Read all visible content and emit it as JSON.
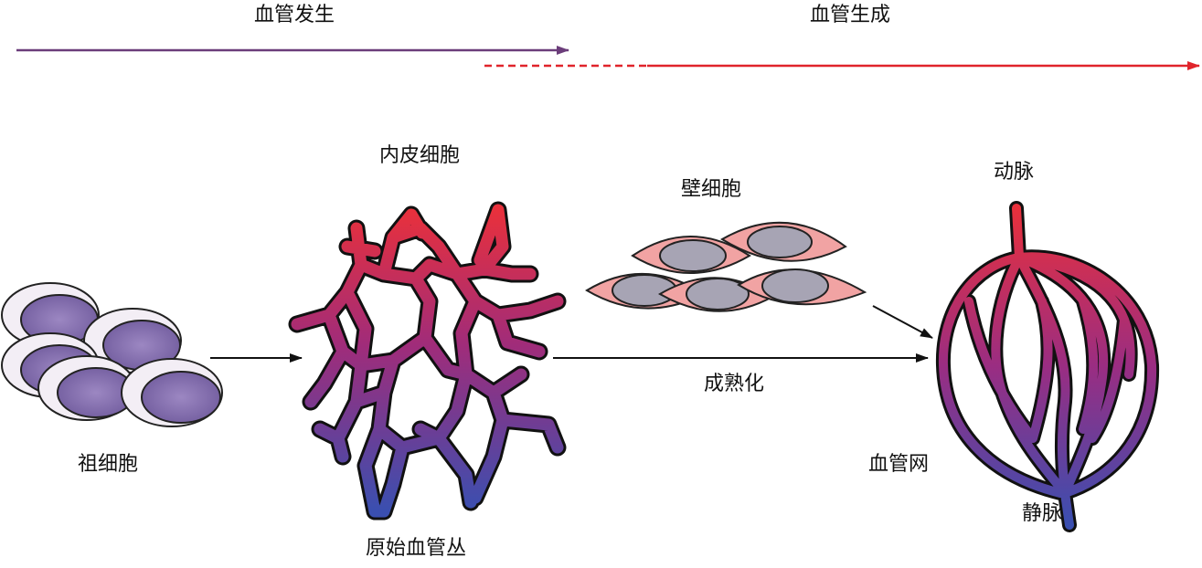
{
  "phases": {
    "vasculogenesis": "血管发生",
    "angiogenesis": "血管生成"
  },
  "labels": {
    "progenitor_cells": "祖细胞",
    "endothelial_cells": "内皮细胞",
    "primitive_plexus": "原始血管丛",
    "mural_cells": "壁细胞",
    "maturation": "成熟化",
    "artery": "动脉",
    "vascular_network": "血管网",
    "vein": "静脉"
  },
  "colors": {
    "vasculogenesis_arrow": "#6b3d7a",
    "angiogenesis_arrow": "#e0242b",
    "vessel_arterial": "#e8303c",
    "vessel_mid": "#8a2e8e",
    "vessel_venous": "#3a4fb0",
    "progenitor_cell_fill": "#8b74b4",
    "mural_cell_fill": "#f1a3a3",
    "mural_nucleus_fill": "#a7a4b4"
  }
}
